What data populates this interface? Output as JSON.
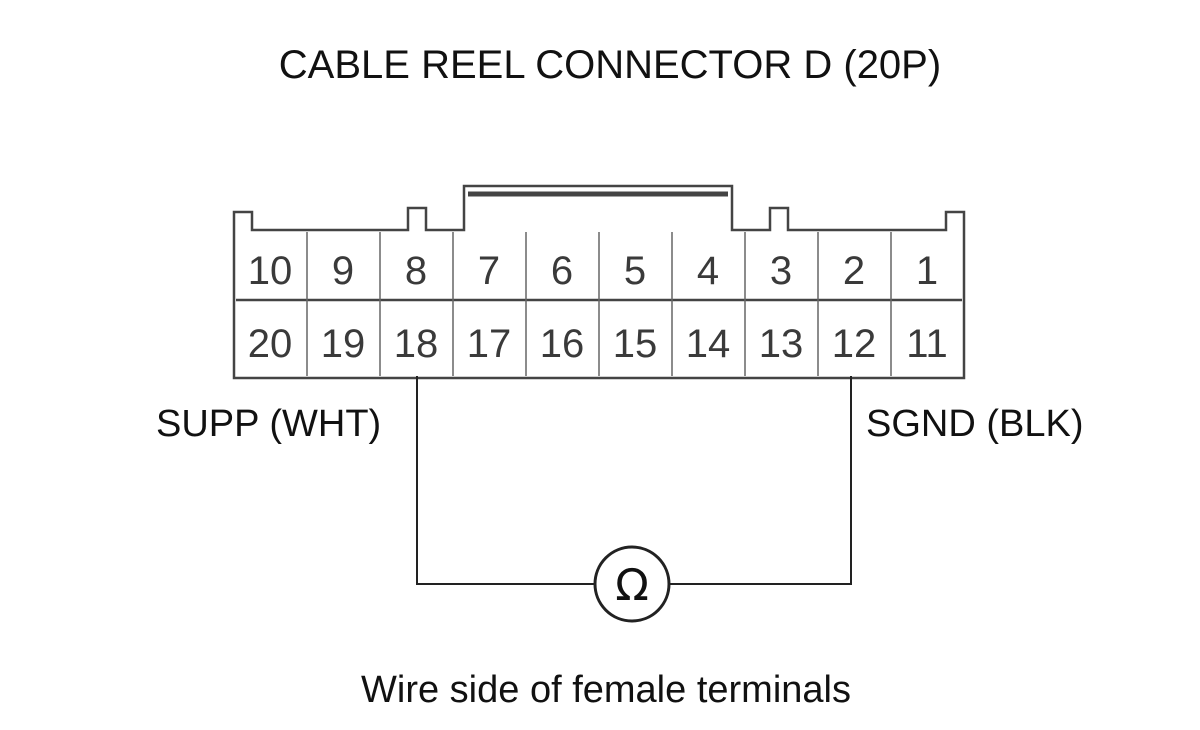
{
  "title": "CABLE REEL CONNECTOR D (20P)",
  "connector": {
    "top_row_pins": [
      "10",
      "9",
      "8",
      "7",
      "6",
      "5",
      "4",
      "3",
      "2",
      "1"
    ],
    "bottom_row_pins": [
      "20",
      "19",
      "18",
      "17",
      "16",
      "15",
      "14",
      "13",
      "12",
      "11"
    ]
  },
  "wires": {
    "left_label": "SUPP (WHT)",
    "right_label": "SGND (BLK)"
  },
  "meter": {
    "symbol": "Ω",
    "icon": "ohmmeter-icon"
  },
  "caption": "Wire side of female terminals"
}
